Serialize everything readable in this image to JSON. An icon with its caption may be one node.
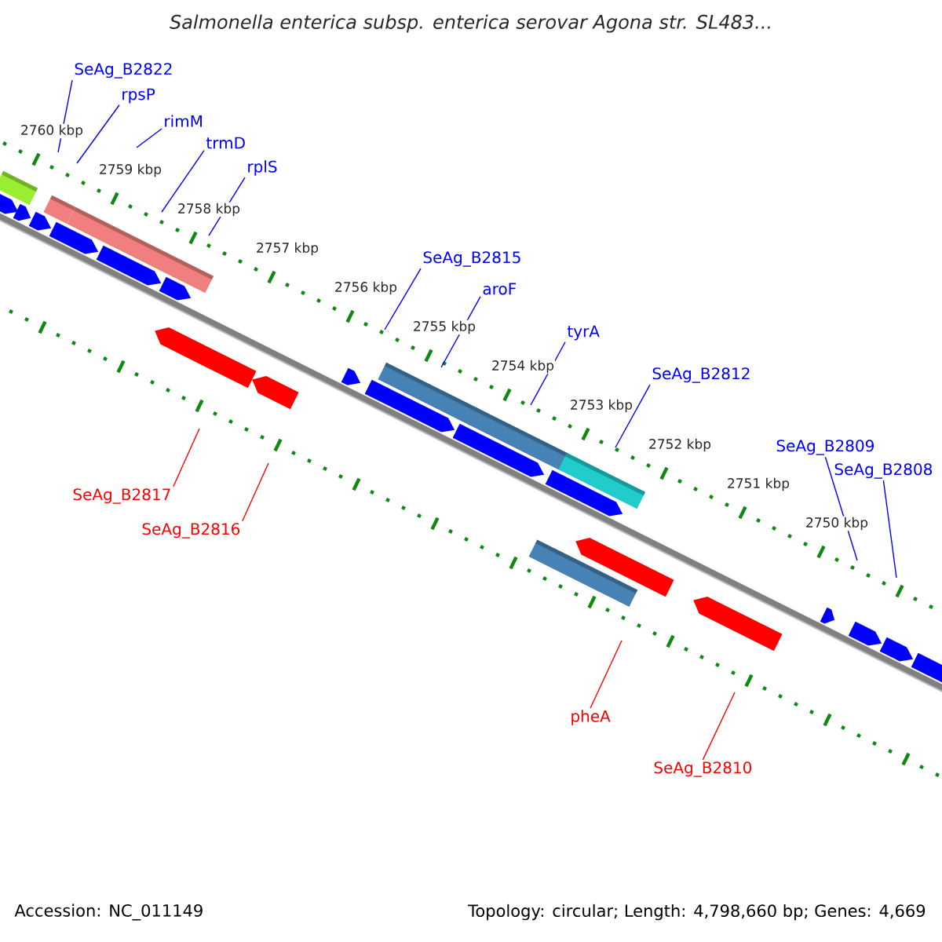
{
  "diagram": {
    "title": "Salmonella enterica subsp. enterica serovar Agona str. SL483...",
    "nodes": [
      {
        "text": [
          "SeAg_B2822"
        ]
      },
      {
        "text": [
          "rpsP"
        ]
      },
      {
        "text": [
          "rimM"
        ]
      },
      {
        "text": [
          "trmD"
        ]
      },
      {
        "text": [
          "rplS"
        ]
      },
      {
        "text": [
          "SeAg_B2815"
        ]
      },
      {
        "text": [
          "aroF"
        ]
      },
      {
        "text": [
          "tyrA"
        ]
      },
      {
        "text": [
          "SeAg_B2812"
        ]
      },
      {
        "text": [
          "SeAg_B2809"
        ]
      },
      {
        "text": [
          "SeAg_B2808"
        ]
      },
      {
        "text": [
          "SeAg_B2817"
        ]
      },
      {
        "text": [
          "SeAg_B2816"
        ]
      },
      {
        "text": [
          "pheA"
        ]
      },
      {
        "text": [
          "SeAg_B2810"
        ]
      }
    ],
    "edges": [
      {
        "from": 0,
        "to": null,
        "arrow": "none"
      },
      {
        "from": 1,
        "to": null,
        "arrow": "none"
      },
      {
        "from": 2,
        "to": null,
        "arrow": "none"
      },
      {
        "from": 3,
        "to": null,
        "arrow": "none"
      },
      {
        "from": 4,
        "to": null,
        "arrow": "none"
      },
      {
        "from": 5,
        "to": null,
        "arrow": "none"
      },
      {
        "from": 6,
        "to": null,
        "arrow": "none"
      },
      {
        "from": 7,
        "to": null,
        "arrow": "none"
      },
      {
        "from": 8,
        "to": null,
        "arrow": "none"
      },
      {
        "from": 9,
        "to": null,
        "arrow": "none"
      },
      {
        "from": 10,
        "to": null,
        "arrow": "none"
      },
      {
        "from": 11,
        "to": null,
        "arrow": "none",
        "color": "#ff0000"
      },
      {
        "from": 12,
        "to": null,
        "arrow": "none",
        "color": "#ff0000"
      },
      {
        "from": 13,
        "to": null,
        "arrow": "none",
        "color": "#ff0000"
      },
      {
        "from": 14,
        "to": null,
        "arrow": "none",
        "color": "#ff0000"
      }
    ],
    "labels": [
      "2760 kbp",
      "2759 kbp",
      "2758 kbp",
      "2757 kbp",
      "2756 kbp",
      "2755 kbp",
      "2754 kbp",
      "2753 kbp",
      "2752 kbp",
      "2751 kbp",
      "2750 kbp",
      "Accession: NC_011149",
      "Topology: circular; Length: 4,798,660 bp; Genes: 4,669"
    ]
  }
}
